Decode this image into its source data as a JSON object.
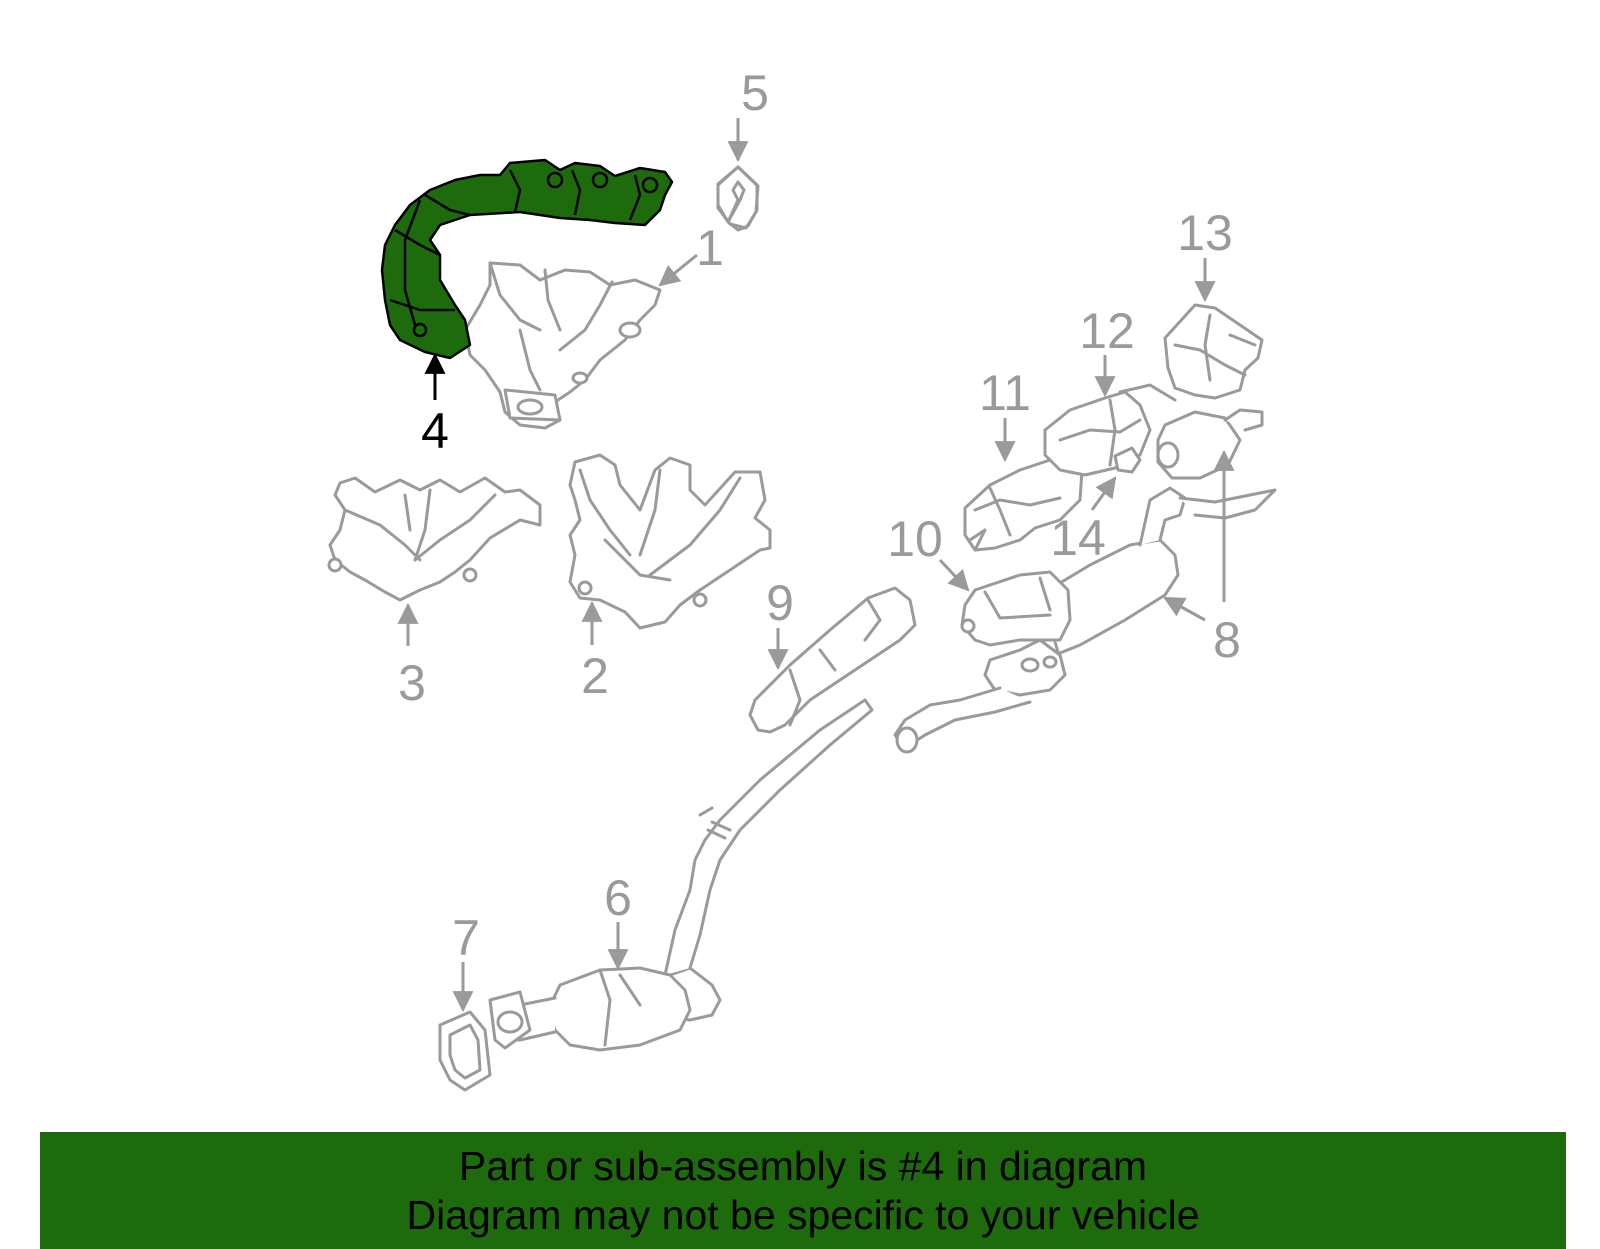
{
  "colors": {
    "background": "#ffffff",
    "part_outline": "#9a9a9a",
    "part_fill": "#ffffff",
    "highlight_fill": "#1e6b0e",
    "highlight_outline": "#000000",
    "banner_bg": "#1e6b0e",
    "banner_text": "#000000"
  },
  "callouts": [
    {
      "id": "1",
      "text": "1",
      "highlighted": false
    },
    {
      "id": "2",
      "text": "2",
      "highlighted": false
    },
    {
      "id": "3",
      "text": "3",
      "highlighted": false
    },
    {
      "id": "4",
      "text": "4",
      "highlighted": true
    },
    {
      "id": "5",
      "text": "5",
      "highlighted": false
    },
    {
      "id": "6",
      "text": "6",
      "highlighted": false
    },
    {
      "id": "7",
      "text": "7",
      "highlighted": false
    },
    {
      "id": "8",
      "text": "8",
      "highlighted": false
    },
    {
      "id": "9",
      "text": "9",
      "highlighted": false
    },
    {
      "id": "10",
      "text": "10",
      "highlighted": false
    },
    {
      "id": "11",
      "text": "11",
      "highlighted": false
    },
    {
      "id": "12",
      "text": "12",
      "highlighted": false
    },
    {
      "id": "13",
      "text": "13",
      "highlighted": false
    },
    {
      "id": "14",
      "text": "14",
      "highlighted": false
    }
  ],
  "banner": {
    "line1": "Part or sub-assembly is #4 in diagram",
    "line2": "Diagram may not be specific to your vehicle"
  }
}
